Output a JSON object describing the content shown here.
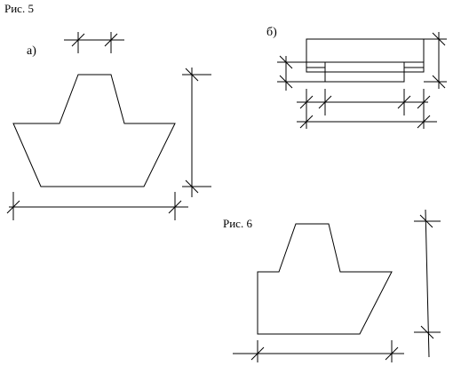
{
  "labels": {
    "figure_5": "Рис. 5",
    "figure_6": "Рис. 6",
    "sub_a": "а)",
    "sub_b": "б)"
  },
  "colors": {
    "line": "#000000",
    "background": "#ffffff"
  }
}
